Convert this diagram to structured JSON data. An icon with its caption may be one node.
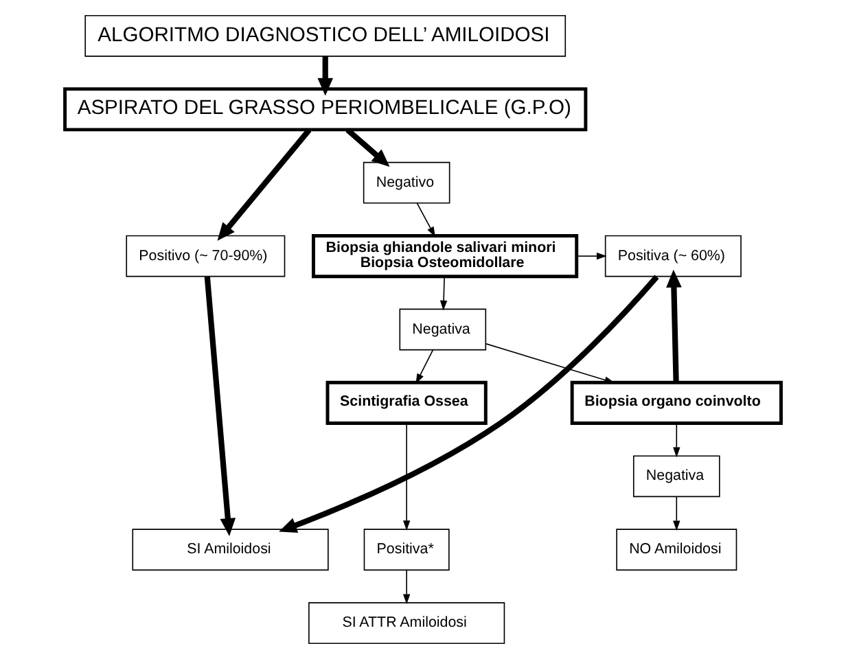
{
  "diagram": {
    "nodes": [
      {
        "text": [
          "ALGORITMO DIAGNOSTICO DELL’ AMILOIDOSI"
        ]
      },
      {
        "text": [
          "ASPIRATO DEL GRASSO PERIOMBELICALE (G.P.O)"
        ]
      },
      {
        "text": [
          "Negativo"
        ]
      },
      {
        "text": [
          "Positivo (~ 70-90%)"
        ]
      },
      {
        "text": [
          "Positiva (~ 60%)"
        ]
      },
      {
        "text": [
          "Biopsia ghiandole salivari minori",
          "Biopsia Osteomidollare"
        ]
      },
      {
        "text": [
          "Negativa"
        ]
      },
      {
        "text": [
          "Biopsia organo coinvolto"
        ]
      },
      {
        "text": [
          "Scintigrafia Ossea"
        ]
      },
      {
        "text": [
          "Negativa"
        ]
      },
      {
        "text": [
          "SI Amiloidosi"
        ]
      },
      {
        "text": [
          "NO Amiloidosi"
        ]
      },
      {
        "text": [
          "Positiva*"
        ]
      },
      {
        "text": [
          "SI ATTR Amiloidosi"
        ]
      }
    ],
    "edges": [
      {
        "from": 0,
        "to": 1,
        "arrow": "to",
        "style": "thick"
      },
      {
        "from": 1,
        "to": 3,
        "arrow": "to",
        "style": "thick"
      },
      {
        "from": 1,
        "to": 2,
        "arrow": "to",
        "style": "thick"
      },
      {
        "from": 2,
        "to": 5,
        "arrow": "to"
      },
      {
        "from": 5,
        "to": 4,
        "arrow": "to"
      },
      {
        "from": 5,
        "to": 6,
        "arrow": "to"
      },
      {
        "from": 6,
        "to": 7,
        "arrow": "to"
      },
      {
        "from": 6,
        "to": 8,
        "arrow": "to"
      },
      {
        "from": 7,
        "to": 4,
        "arrow": "to",
        "style": "thick"
      },
      {
        "from": 7,
        "to": 9,
        "arrow": "to"
      },
      {
        "from": 9,
        "to": 11,
        "arrow": "to"
      },
      {
        "from": 8,
        "to": 12,
        "arrow": "to"
      },
      {
        "from": 3,
        "to": 10,
        "arrow": "to",
        "style": "thick"
      },
      {
        "from": 4,
        "to": 10,
        "arrow": "to",
        "style": "thick"
      },
      {
        "from": 12,
        "to": 13,
        "arrow": "to"
      }
    ]
  }
}
